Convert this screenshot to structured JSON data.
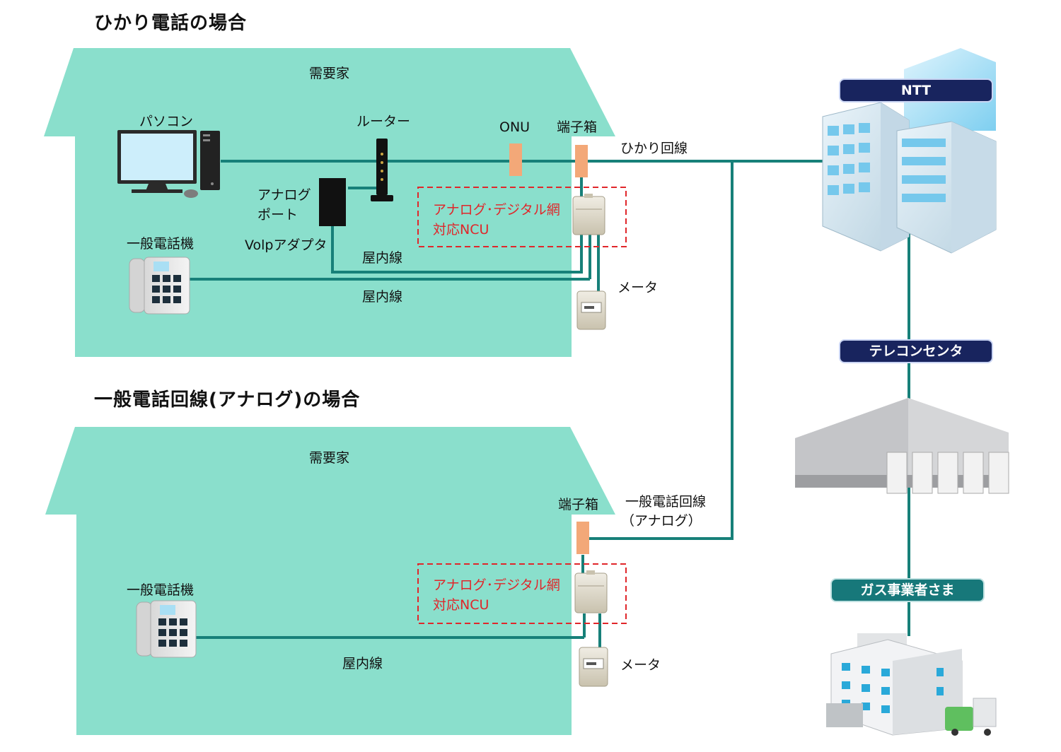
{
  "sections": {
    "hikari_title": "ひかり電話の場合",
    "analog_title": "一般電話回線(アナログ)の場合"
  },
  "house1": {
    "label": "需要家",
    "pc": "パソコン",
    "router": "ルーター",
    "onu": "ONU",
    "terminal_box": "端子箱",
    "analog_port_1": "アナログ",
    "analog_port_2": "ポート",
    "voip_adapter": "Volpアダプタ",
    "telephone": "一般電話機",
    "indoor_line_1": "屋内線",
    "indoor_line_2": "屋内線",
    "ncu_1": "アナログ･デジタル網",
    "ncu_2": "対応NCU",
    "meter": "メータ"
  },
  "house2": {
    "label": "需要家",
    "terminal_box": "端子箱",
    "telephone": "一般電話機",
    "indoor_line": "屋内線",
    "ncu_1": "アナログ･デジタル網",
    "ncu_2": "対応NCU",
    "meter": "メータ"
  },
  "lines": {
    "hikari": "ひかり回線",
    "analog_1": "一般電話回線",
    "analog_2": "（アナログ）"
  },
  "right": {
    "ntt": "NTT",
    "telecon": "テレコンセンタ",
    "gas": "ガス事業者さま"
  },
  "colors": {
    "house_fill": "#8adfcc",
    "line": "#178079",
    "ncu_border": "#e0262a",
    "terminal_box": "#f3a878",
    "pill_navy": "#18245e",
    "pill_teal": "#17787a"
  }
}
